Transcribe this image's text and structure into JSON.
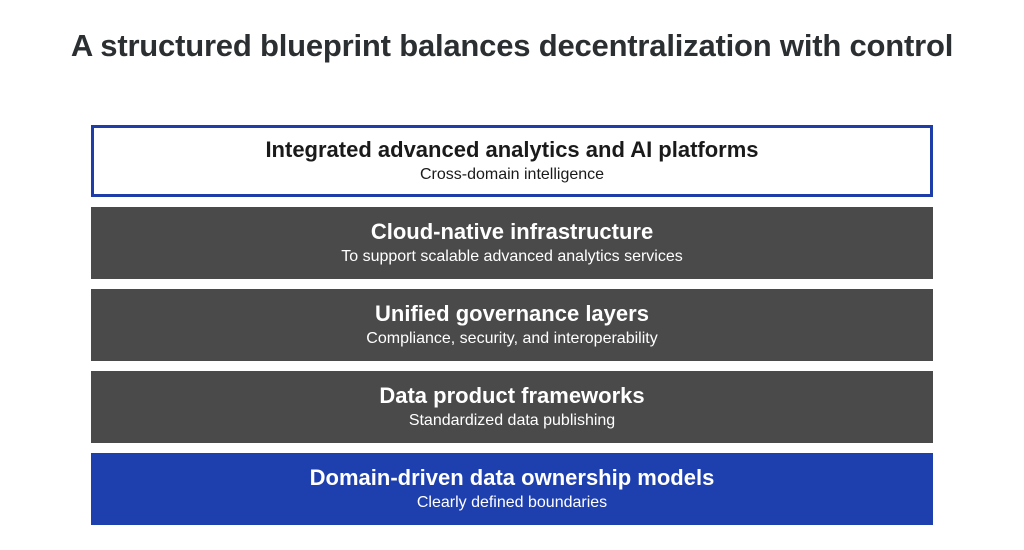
{
  "title": "A structured blueprint balances decentralization with control",
  "layers": [
    {
      "heading": "Integrated advanced analytics and AI platforms",
      "subtitle": "Cross-domain intelligence",
      "style": "outline",
      "colors": {
        "background": "#ffffff",
        "border": "#1f3da8",
        "text": "#1a1a1a"
      }
    },
    {
      "heading": "Cloud-native infrastructure",
      "subtitle": "To support scalable advanced analytics services",
      "style": "dark",
      "colors": {
        "background": "#4a4a4a",
        "text": "#ffffff"
      }
    },
    {
      "heading": "Unified governance layers",
      "subtitle": "Compliance, security, and interoperability",
      "style": "dark",
      "colors": {
        "background": "#4a4a4a",
        "text": "#ffffff"
      }
    },
    {
      "heading": "Data product frameworks",
      "subtitle": "Standardized data publishing",
      "style": "dark",
      "colors": {
        "background": "#4a4a4a",
        "text": "#ffffff"
      }
    },
    {
      "heading": "Domain-driven data ownership models",
      "subtitle": "Clearly defined boundaries",
      "style": "blue",
      "colors": {
        "background": "#1e3fae",
        "text": "#ffffff"
      }
    }
  ]
}
